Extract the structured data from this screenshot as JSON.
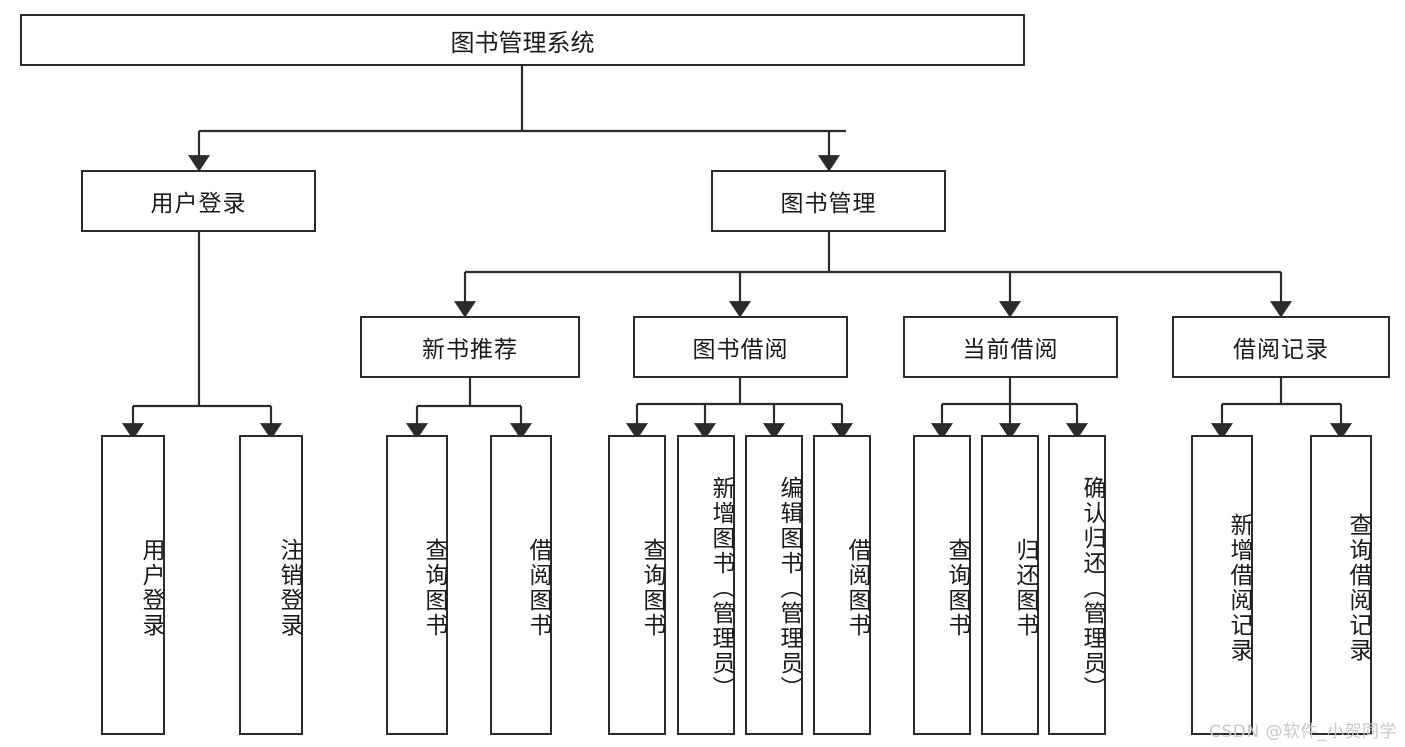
{
  "diagram": {
    "title": "图书管理系统",
    "type": "tree-hierarchy-diagram",
    "colors": {
      "background": "#ffffff",
      "border": "#2b2b2b",
      "text": "#1a1a1a",
      "watermark": "#c8c8c8"
    },
    "root": {
      "label": "图书管理系统"
    },
    "level1": [
      {
        "label": "用户登录"
      },
      {
        "label": "图书管理"
      }
    ],
    "level2": [
      {
        "label": "新书推荐"
      },
      {
        "label": "图书借阅"
      },
      {
        "label": "当前借阅"
      },
      {
        "label": "借阅记录"
      }
    ],
    "leaves": {
      "user_login": [
        {
          "label": "用户登录"
        },
        {
          "label": "注销登录"
        }
      ],
      "new_book_recommend": [
        {
          "label": "查询图书"
        },
        {
          "label": "借阅图书"
        }
      ],
      "book_borrow": [
        {
          "label": "查询图书"
        },
        {
          "label": "新增图书（管理员）"
        },
        {
          "label": "编辑图书（管理员）"
        },
        {
          "label": "借阅图书"
        }
      ],
      "current_borrow": [
        {
          "label": "查询图书"
        },
        {
          "label": "归还图书"
        },
        {
          "label": "确认归还（管理员）"
        }
      ],
      "borrow_record": [
        {
          "label": "新增借阅记录"
        },
        {
          "label": "查询借阅记录"
        }
      ]
    }
  },
  "watermark": {
    "text": "CSDN @软件_小贺同学"
  }
}
